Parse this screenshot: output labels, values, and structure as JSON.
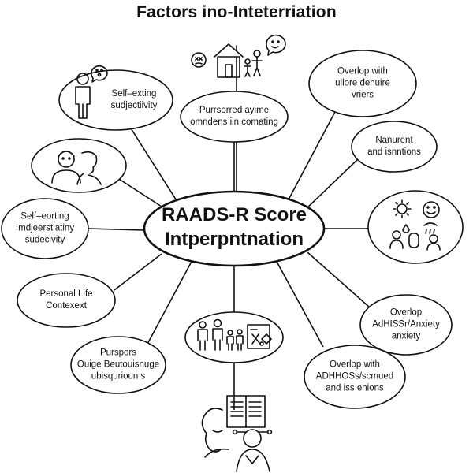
{
  "title": "Factors ino-Inteterriation",
  "center": {
    "line1": "RAADS-R Score",
    "line2": "Intperpntnation"
  },
  "nodes": {
    "self_exting": [
      "Self–exting",
      "sudjectiivity"
    ],
    "purrsored": [
      "Purrsorred ayime",
      "omndens iin comating"
    ],
    "overlop_ullore": [
      "Overlop with",
      "ullore denuire",
      "vriers"
    ],
    "nanurent": [
      "Nanurent",
      "and isnntions"
    ],
    "self_eorting": [
      "Self–eorting",
      "Imdjeerstiatiny",
      "sudecivity"
    ],
    "personal_life": [
      "Personal Life",
      "Contexext"
    ],
    "overlop_adhiss": [
      "Overlop",
      "AdHISSr/Anxiety",
      "anxiety"
    ],
    "overlop_adhhoss": [
      "Overlop with",
      "ADHHOSs/scmued",
      "and iss enions"
    ],
    "purspors": [
      "Purspors",
      "Ouige Beutouisnuge",
      "ubisqurioun s"
    ]
  },
  "icons": {
    "top": "house-family-icon",
    "left_upper": "person-thought-icon",
    "left_mid": "two-profiles-icon",
    "right_mid": "weather-faces-icon",
    "bottom": "family-puzzle-icon",
    "footer": "person-reading-icon"
  }
}
